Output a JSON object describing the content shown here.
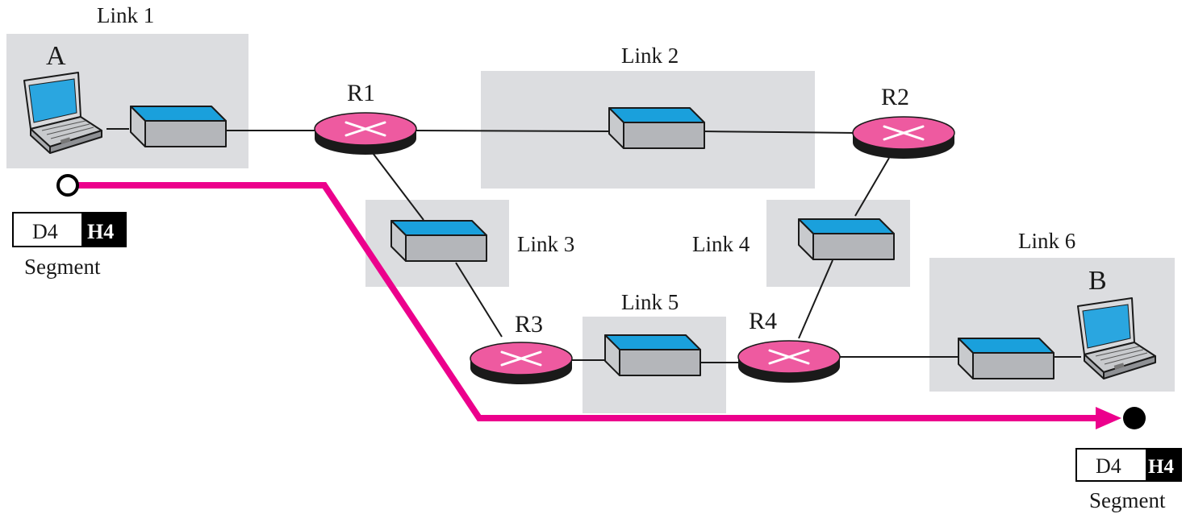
{
  "colors": {
    "link_area": "#dcdde0",
    "router": "#ee5aa0",
    "path": "#ec008c",
    "switch_top": "#1aa0dc",
    "switch_side": "#b4b6ba",
    "screen": "#2aa6e0"
  },
  "hosts": {
    "a": {
      "label": "A",
      "icon": "laptop-icon"
    },
    "b": {
      "label": "B",
      "icon": "laptop-icon"
    }
  },
  "routers": {
    "r1": {
      "label": "R1",
      "icon": "router-icon"
    },
    "r2": {
      "label": "R2",
      "icon": "router-icon"
    },
    "r3": {
      "label": "R3",
      "icon": "router-icon"
    },
    "r4": {
      "label": "R4",
      "icon": "router-icon"
    }
  },
  "links": {
    "l1": {
      "label": "Link 1"
    },
    "l2": {
      "label": "Link 2"
    },
    "l3": {
      "label": "Link 3"
    },
    "l4": {
      "label": "Link 4"
    },
    "l5": {
      "label": "Link 5"
    },
    "l6": {
      "label": "Link 6"
    }
  },
  "segment_source": {
    "data": "D4",
    "header": "H4",
    "caption": "Segment"
  },
  "segment_dest": {
    "data": "D4",
    "header": "H4",
    "caption": "Segment"
  }
}
